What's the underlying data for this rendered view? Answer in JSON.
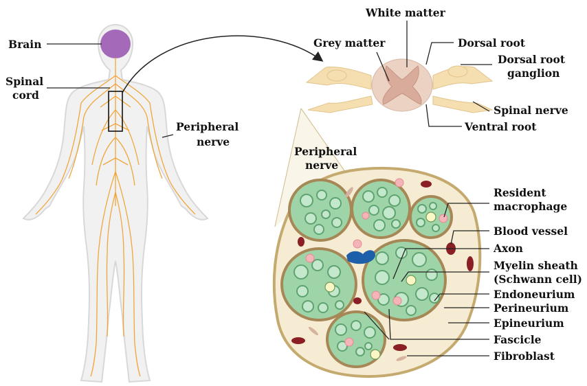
{
  "labels": {
    "brain": "Brain",
    "spinal_cord_1": "Spinal",
    "spinal_cord_2": "cord",
    "peripheral_nerve_body_1": "Peripheral",
    "peripheral_nerve_body_2": "nerve",
    "white_matter": "White matter",
    "grey_matter": "Grey matter",
    "dorsal_root": "Dorsal root",
    "dorsal_root_ganglion_1": "Dorsal root",
    "dorsal_root_ganglion_2": "ganglion",
    "spinal_nerve": "Spinal nerve",
    "ventral_root": "Ventral root",
    "peripheral_nerve_cs_1": "Peripheral",
    "peripheral_nerve_cs_2": "nerve",
    "resident_macrophage_1": "Resident",
    "resident_macrophage_2": "macrophage",
    "blood_vessel": "Blood vessel",
    "axon": "Axon",
    "myelin_sheath_1": "Myelin sheath",
    "myelin_sheath_2": "(Schwann cell)",
    "endoneurium": "Endoneurium",
    "perineurium": "Perineurium",
    "epineurium": "Epineurium",
    "fascicle": "Fascicle",
    "fibroblast": "Fibroblast"
  },
  "colors": {
    "body_fill": "#f1f1f1",
    "body_outline": "#dcdcdc",
    "brain": "#a469b9",
    "nerve_orange": "#f0a63c",
    "cord_tan": "#f5deb0",
    "grey_matter": "#d9ab9a",
    "white_matter": "#ecd2c2",
    "nerve_outer": "#c4aa6f",
    "nerve_fill": "#f6ecd3",
    "fascicle_ring": "#a68857",
    "fascicle_fill": "#9fd4a9",
    "axon_ring": "#5ea370",
    "axon_fill": "#c4e8cc",
    "macrophage": "#f4b5b9",
    "blood_vessel": "#8a1f25",
    "schwann_blue": "#1d5fa8",
    "leader": "#222222"
  }
}
